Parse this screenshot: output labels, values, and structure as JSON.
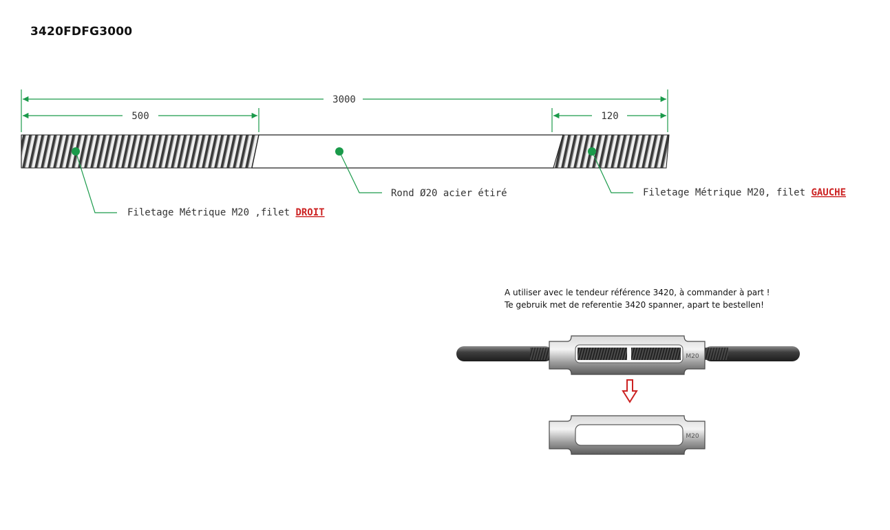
{
  "title": "3420FDFG3000",
  "dimensions": {
    "total": "3000",
    "left_thread": "500",
    "right_thread": "120"
  },
  "callouts": {
    "left": {
      "text": "Filetage Métrique M20 ,filet ",
      "emphasis": "DROIT"
    },
    "middle": {
      "text": "Rond Ø20 acier étiré"
    },
    "right": {
      "text": "Filetage Métrique M20, filet ",
      "emphasis": "GAUCHE"
    }
  },
  "note": {
    "line1": "A utiliser avec le tendeur référence 3420, à commander à part !",
    "line2": "Te  gebruik met de referentie 3420 spanner, apart te bestellen!"
  },
  "turnbuckle": {
    "marking": "M20"
  },
  "colors": {
    "dimension": "#1a9a4a",
    "emphasis": "#cc2222",
    "arrow": "#cc2222"
  }
}
